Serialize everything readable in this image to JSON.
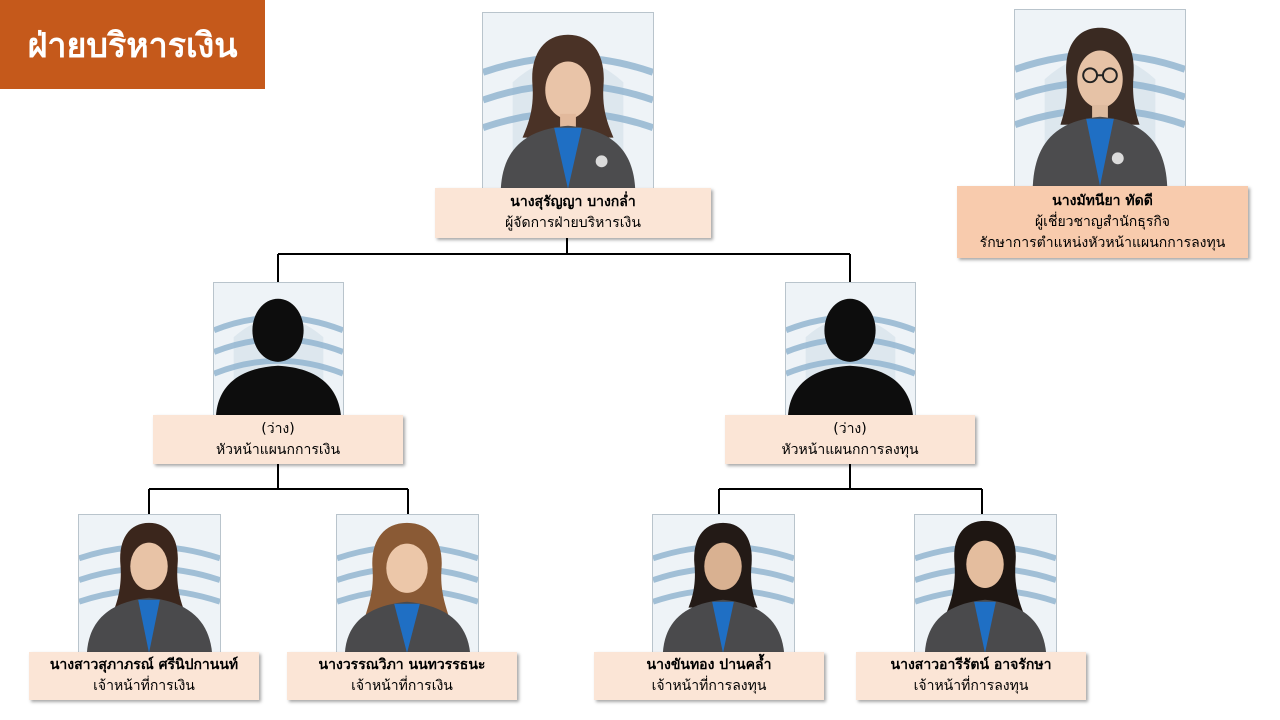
{
  "title": "ฝ่ายบริหารเงิน",
  "colors": {
    "title_bg": "#c5591b",
    "label_bg": "#fbe5d6",
    "advisor_bg": "#f8cbad",
    "line": "#000000"
  },
  "manager": {
    "name": "นางสุรัญญา บางกล่ำ",
    "role": "ผู้จัดการฝ่ายบริหารเงิน"
  },
  "advisor": {
    "name": "นางมัทนียา ทัดดี",
    "role": "ผู้เชี่ยวชาญสำนักธุรกิจ",
    "role2": "รักษาการตำแหน่งหัวหน้าแผนกการลงทุน"
  },
  "heads": [
    {
      "name": "(ว่าง)",
      "role": "หัวหน้าแผนกการเงิน"
    },
    {
      "name": "(ว่าง)",
      "role": "หัวหน้าแผนกการลงทุน"
    }
  ],
  "staff": [
    {
      "name": "นางสาวสุภาภรณ์ ศรีนิปกานนท์",
      "role": "เจ้าหน้าที่การเงิน"
    },
    {
      "name": "นางวรรณวิภา นนทวรรธนะ",
      "role": "เจ้าหน้าที่การเงิน"
    },
    {
      "name": "นางขันทอง ปานคล้ำ",
      "role": "เจ้าหน้าที่การลงทุน"
    },
    {
      "name": "นางสาวอารีรัตน์ อาจรักษา",
      "role": "เจ้าหน้าที่การลงทุน"
    }
  ]
}
